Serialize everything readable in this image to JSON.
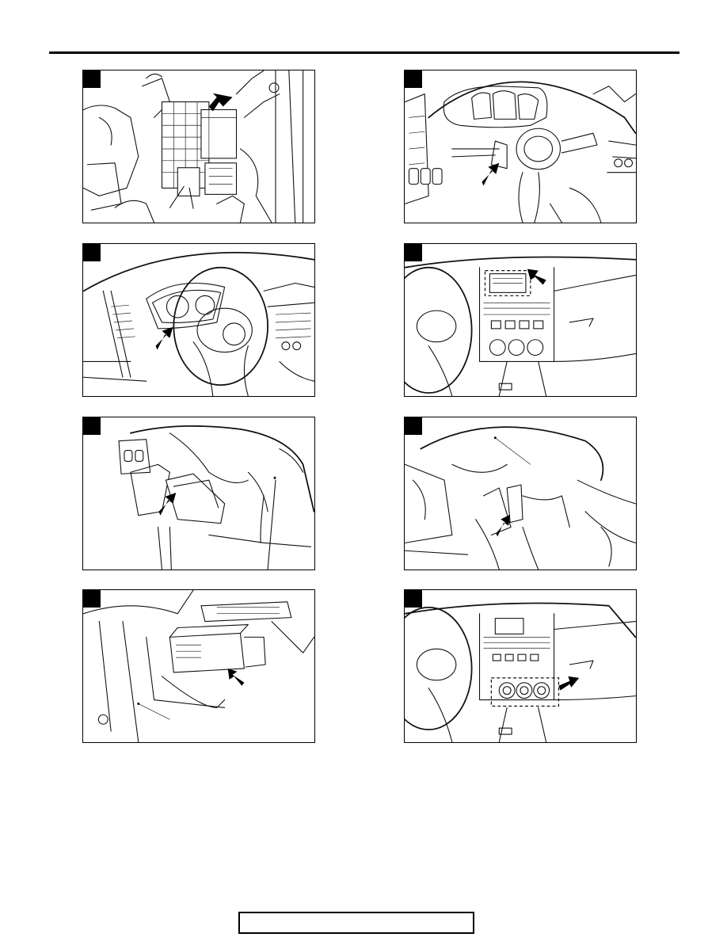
{
  "page": {
    "figures": [
      {
        "id": "fig-1",
        "label": "",
        "subject": "fuse-box-engine-bay"
      },
      {
        "id": "fig-2",
        "label": "",
        "subject": "steering-column-clock-spring"
      },
      {
        "id": "fig-3",
        "label": "",
        "subject": "combination-meter"
      },
      {
        "id": "fig-4",
        "label": "",
        "subject": "center-panel-display"
      },
      {
        "id": "fig-5",
        "label": "",
        "subject": "under-dash-left-module"
      },
      {
        "id": "fig-6",
        "label": "",
        "subject": "steering-column-lower-module"
      },
      {
        "id": "fig-7",
        "label": "",
        "subject": "kick-panel-ecu"
      },
      {
        "id": "fig-8",
        "label": "",
        "subject": "heater-control-panel"
      }
    ],
    "footer": {
      "text": ""
    }
  }
}
